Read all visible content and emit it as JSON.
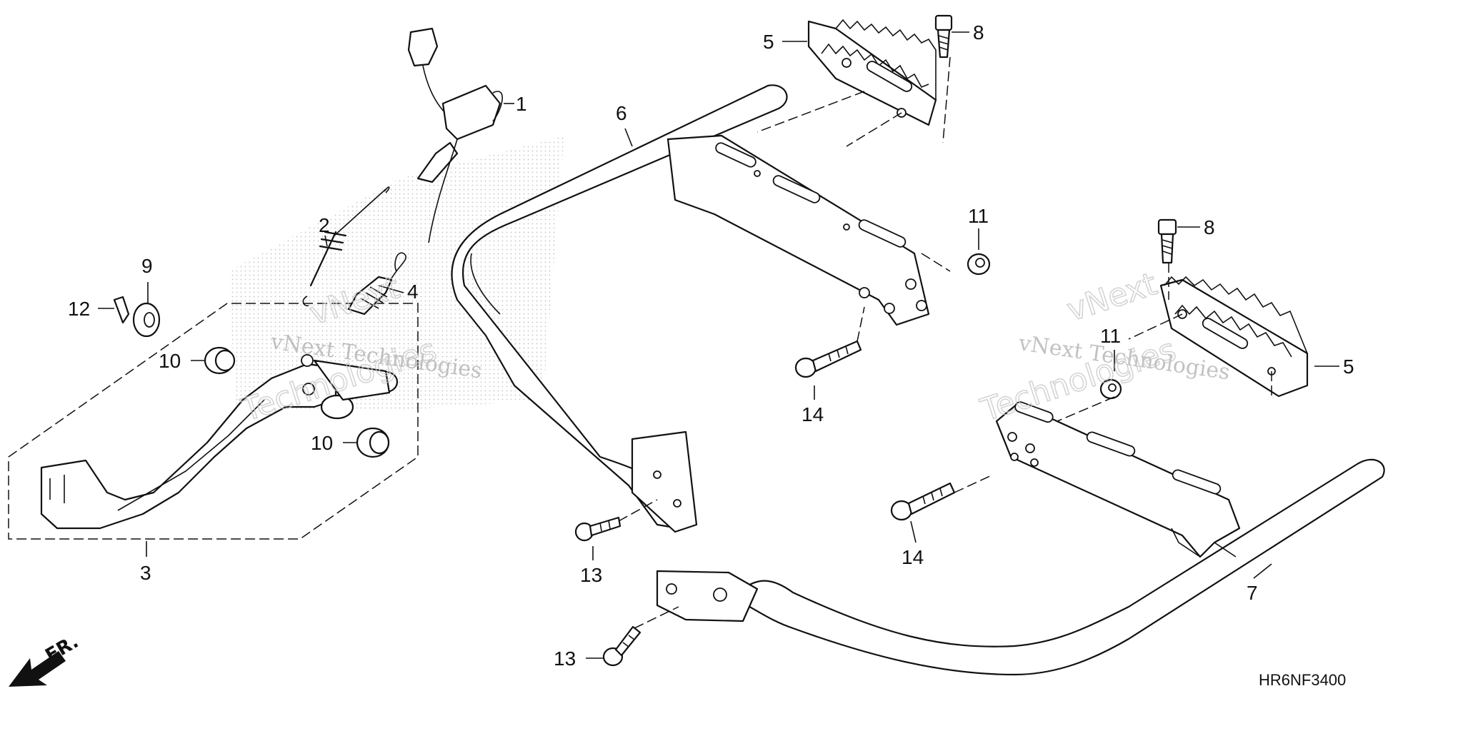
{
  "diagram": {
    "diagram_code": "HR6NF3400",
    "direction_label": "FR.",
    "watermark": {
      "line1": "vNext Technologies",
      "big1": "vNext",
      "big2": "Technologies"
    },
    "callouts": {
      "c1": "1",
      "c2": "2",
      "c3": "3",
      "c4": "4",
      "c5a": "5",
      "c5b": "5",
      "c6": "6",
      "c7": "7",
      "c8a": "8",
      "c8b": "8",
      "c9": "9",
      "c10a": "10",
      "c10b": "10",
      "c11a": "11",
      "c11b": "11",
      "c12": "12",
      "c13a": "13",
      "c13b": "13",
      "c14a": "14",
      "c14b": "14"
    }
  }
}
